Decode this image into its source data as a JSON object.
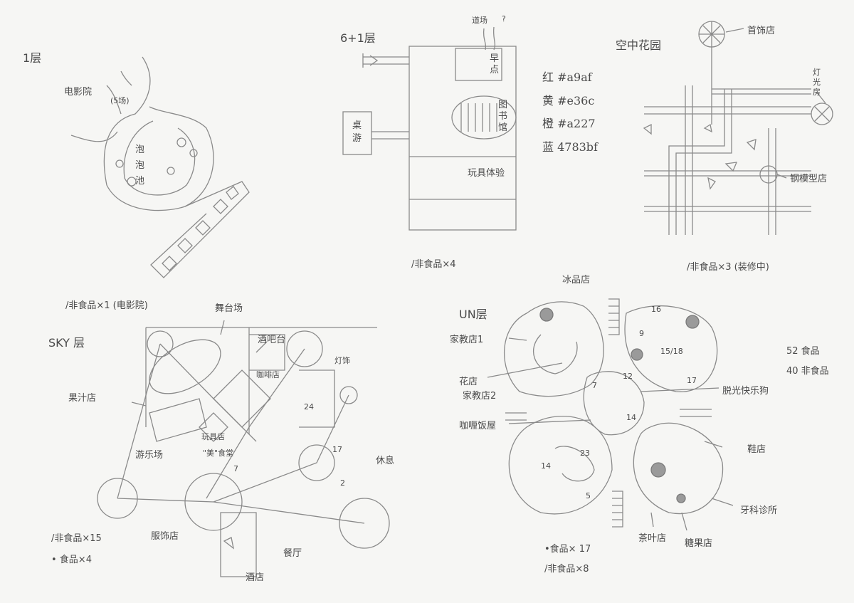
{
  "floor_1f": {
    "title": "1层",
    "label_cinema": "电影院",
    "label_fountain": "(5场)",
    "pool_label": "泡泡池",
    "note": "/非食品×1 (电影院)"
  },
  "floor_6f": {
    "title": "6+1层",
    "label_street": "道场",
    "label_question": "?",
    "label_breakfast": "早点",
    "label_desk": "桌游",
    "label_library": "图书馆",
    "label_walk": "玩具体验",
    "note": "/非食品×4"
  },
  "color_codes": {
    "red": "红  #a9af",
    "yellow": "黄  #e36c",
    "orange": "橙  #a227",
    "blue": "蓝  4783bf"
  },
  "sky_garden": {
    "title": "空中花园",
    "label_jewelry": "首饰店",
    "label_light": "灯光房",
    "label_model": "钢模型店",
    "note": "/非食品×3 (装修中)"
  },
  "sky_floor": {
    "title": "SKY 层",
    "label_stage": "舞台场",
    "label_bar": "酒吧台",
    "label_coffee": "咖啡店",
    "label_lamp": "灯饰",
    "label_fruit": "果汁店",
    "label_toy": "玩具店",
    "label_food": "\"美\"食堂",
    "label_playground": "游乐场",
    "label_rest": "休息",
    "label_dress": "服饰店",
    "label_hall": "餐厅",
    "label_wine": "酒店",
    "label_num_24": "24",
    "label_num_17": "17",
    "label_num_7": "7",
    "label_num_2": "2",
    "note_nonfood": "/非食品×15",
    "note_food": "• 食品×4"
  },
  "un_floor": {
    "title": "UN层",
    "label_frozen": "冰品店",
    "label_family1": "家教店1",
    "label_flower": "花店",
    "label_family2": "家教店2",
    "label_curry": "咖喱饭屋",
    "label_boyfriend": "脱光快乐狗",
    "label_shoe": "鞋店",
    "label_clinic": "牙科诊所",
    "label_tea": "茶叶店",
    "label_candy": "糖果店",
    "num_16": "16",
    "num_9": "9",
    "num_15_18": "15/18",
    "num_17": "17",
    "num_7a": "7",
    "num_12": "12",
    "num_14": "14",
    "num_23": "23",
    "num_5": "5",
    "num_14b": "14",
    "note_food": "•食品× 17",
    "note_nonfood": "/非食品×8"
  },
  "summary": {
    "food": "52 食品",
    "nonfood": "40 非食品"
  }
}
